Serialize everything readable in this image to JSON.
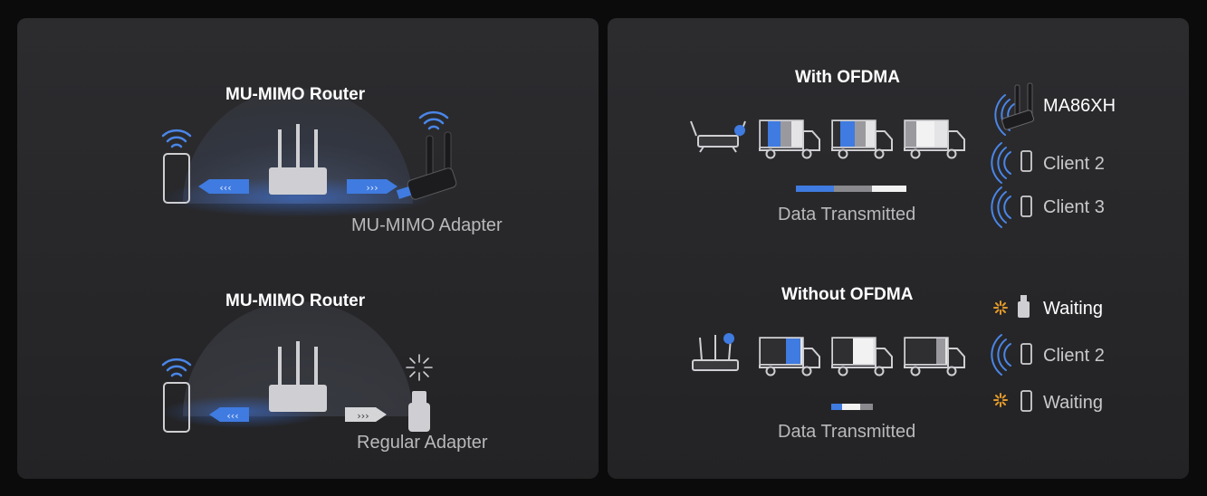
{
  "mu_mimo": {
    "top": {
      "router_label": "MU-MIMO Router",
      "adapter_label": "MU-MIMO Adapter"
    },
    "bottom": {
      "router_label": "MU-MIMO Router",
      "adapter_label": "Regular Adapter"
    }
  },
  "ofdma": {
    "with": {
      "title": "With OFDMA",
      "data_label": "Data Transmitted",
      "clients": [
        "MA86XH",
        "Client 2",
        "Client 3"
      ]
    },
    "without": {
      "title": "Without OFDMA",
      "data_label": "Data Transmitted",
      "clients": [
        "Waiting",
        "Client 2",
        "Waiting"
      ]
    }
  },
  "colors": {
    "accent_blue": "#3f7be0",
    "panel_bg": "#262628",
    "waiting_orange": "#e39a2a"
  }
}
